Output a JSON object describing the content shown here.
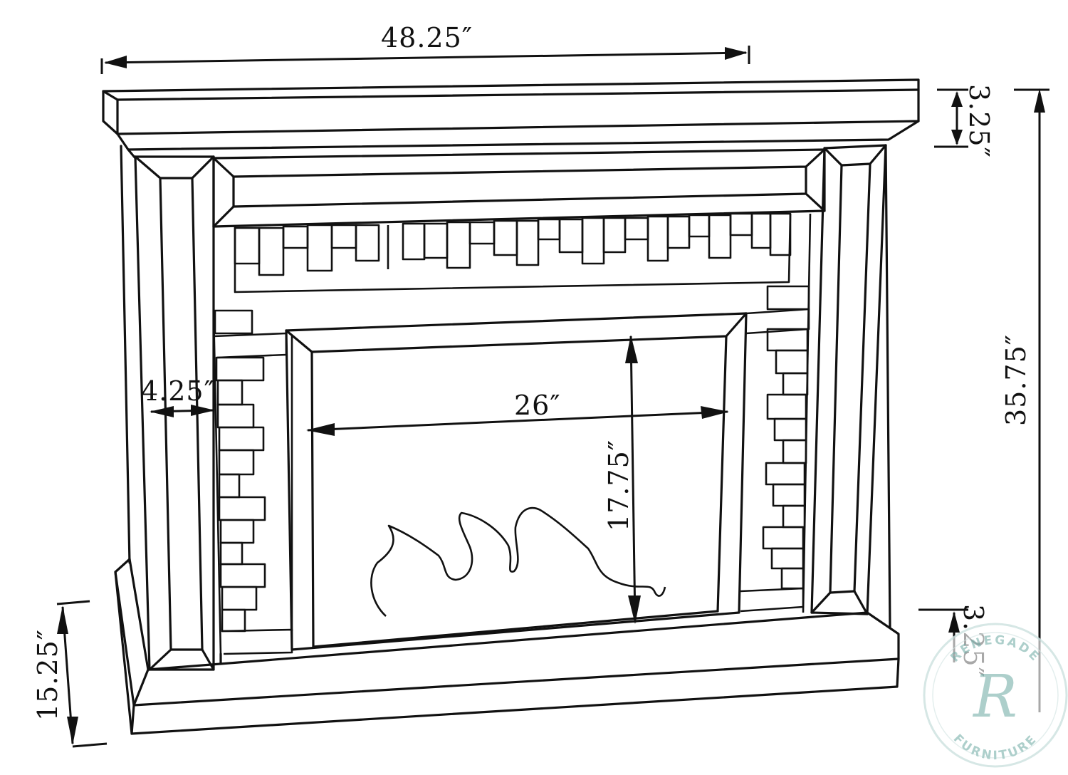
{
  "dimensions": {
    "overall_width": "48.25″",
    "mantel_thickness": "3.25″",
    "overall_height": "35.75″",
    "pilaster_width": "4.25″",
    "firebox_width": "26″",
    "firebox_height": "17.75″",
    "base_thickness": "3.25″",
    "overall_depth": "15.25″"
  },
  "watermark": {
    "brand_top": "RENEGADE",
    "brand_bottom": "FURNITURE",
    "monogram": "R",
    "color": "#9fc7c3"
  }
}
